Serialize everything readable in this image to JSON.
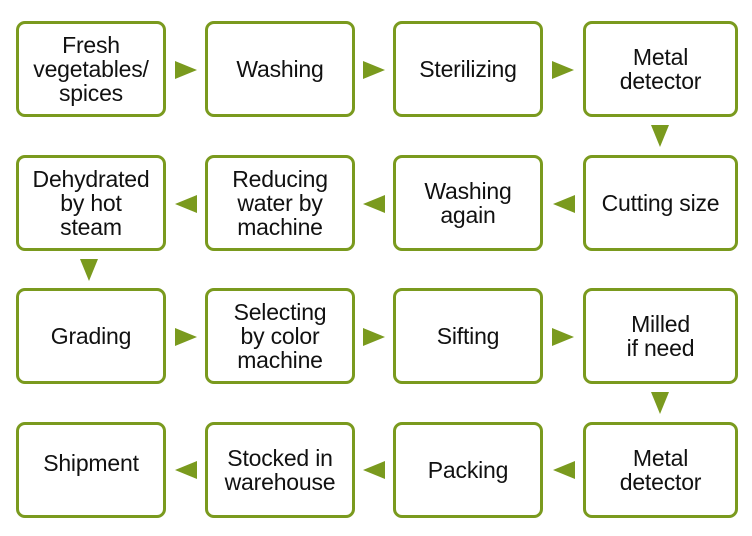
{
  "steps": [
    {
      "label": "Fresh\nvegetables/\nspices"
    },
    {
      "label": "Washing"
    },
    {
      "label": "Sterilizing"
    },
    {
      "label": "Metal\ndetector"
    },
    {
      "label": "Cutting size"
    },
    {
      "label": "Washing\nagain"
    },
    {
      "label": "Reducing\nwater by\nmachine"
    },
    {
      "label": "Dehydrated\nby hot\nsteam"
    },
    {
      "label": "Grading"
    },
    {
      "label": "Selecting\nby color\nmachine"
    },
    {
      "label": "Sifting"
    },
    {
      "label": "Milled\nif need"
    },
    {
      "label": "Metal\ndetector"
    },
    {
      "label": "Packing"
    },
    {
      "label": "Stocked in\nwarehouse"
    },
    {
      "label": "Shipment"
    }
  ],
  "colors": {
    "accent": "#7a9a1e",
    "text": "#111111",
    "background": "#ffffff"
  }
}
